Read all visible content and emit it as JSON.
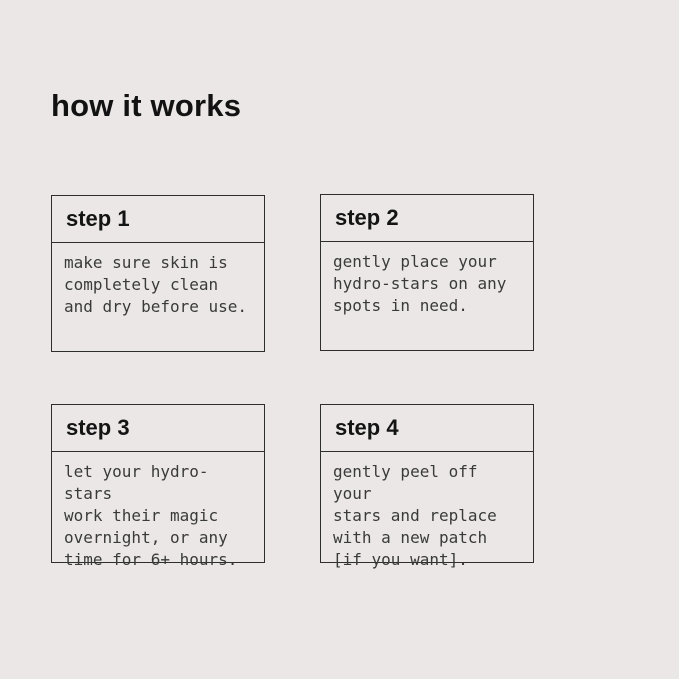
{
  "page": {
    "title": "how it works",
    "background_color": "#EBE7E7",
    "border_color": "#2E2E2E",
    "heading_color": "#141414",
    "body_text_color": "#3A3A3A"
  },
  "steps": [
    {
      "label": "step 1",
      "description": "make sure skin is\ncompletely clean\nand dry before use."
    },
    {
      "label": "step 2",
      "description": "gently place your\nhydro-stars on any\nspots in need."
    },
    {
      "label": "step 3",
      "description": "let your hydro-stars\nwork their magic\novernight, or any\ntime for 6+ hours."
    },
    {
      "label": "step 4",
      "description": "gently peel off your\nstars and replace\nwith a new patch\n[if you want]."
    }
  ]
}
